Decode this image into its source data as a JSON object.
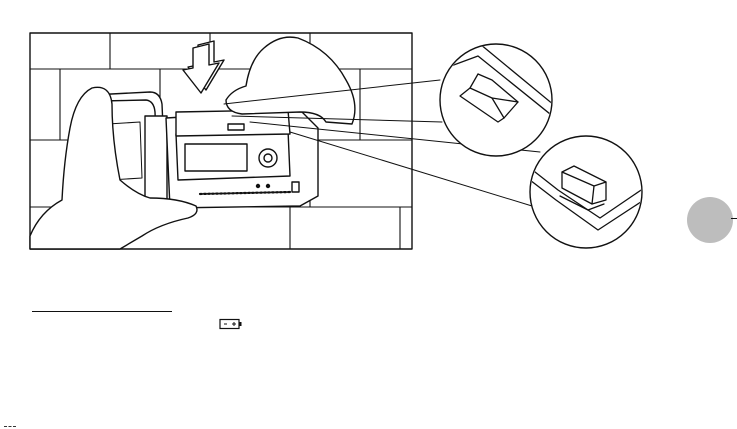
{
  "figure": {
    "description_icon": "camcorder-battery-illustration",
    "callouts": [
      "battery-latch-detail-upper",
      "battery-latch-detail-lower"
    ]
  },
  "section_tab": {
    "icon": "grey-circle-tab",
    "color": "#bdbdbd"
  },
  "battery_symbol": {
    "icon": "battery-icon"
  },
  "colors": {
    "line": "#111111",
    "tab": "#bdbdbd",
    "background": "#ffffff"
  }
}
